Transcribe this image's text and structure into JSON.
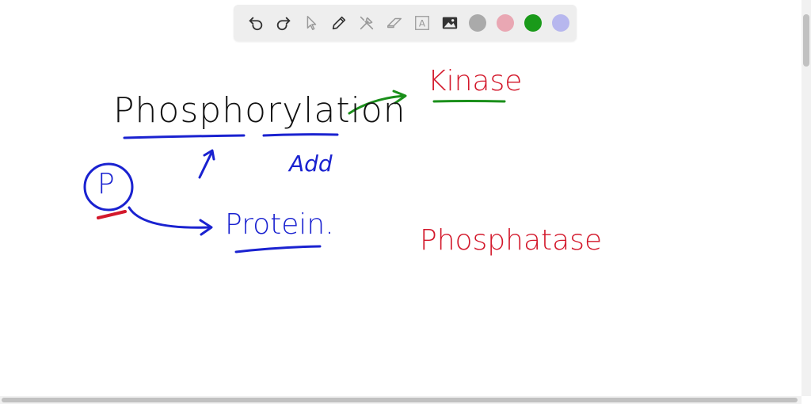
{
  "toolbar": {
    "tools": [
      {
        "name": "undo-icon"
      },
      {
        "name": "redo-icon"
      },
      {
        "name": "pointer-icon"
      },
      {
        "name": "pen-icon"
      },
      {
        "name": "tools-icon"
      },
      {
        "name": "eraser-icon"
      },
      {
        "name": "text-icon",
        "glyph": "A"
      },
      {
        "name": "image-icon"
      }
    ],
    "colors": [
      "#aaaaaa",
      "#e9a7b3",
      "#1a9a1a",
      "#b7b7ee"
    ]
  },
  "canvas": {
    "phosphorylation": "Phosphorylation",
    "kinase": "Kinase",
    "add": "Add",
    "p_circle": "P",
    "protein": "Protein.",
    "phosphatase": "Phosphatase"
  },
  "colors": {
    "ink_black": "#111111",
    "ink_blue": "#1a22d0",
    "ink_red": "#d3182b",
    "ink_green": "#1a8f1a"
  }
}
